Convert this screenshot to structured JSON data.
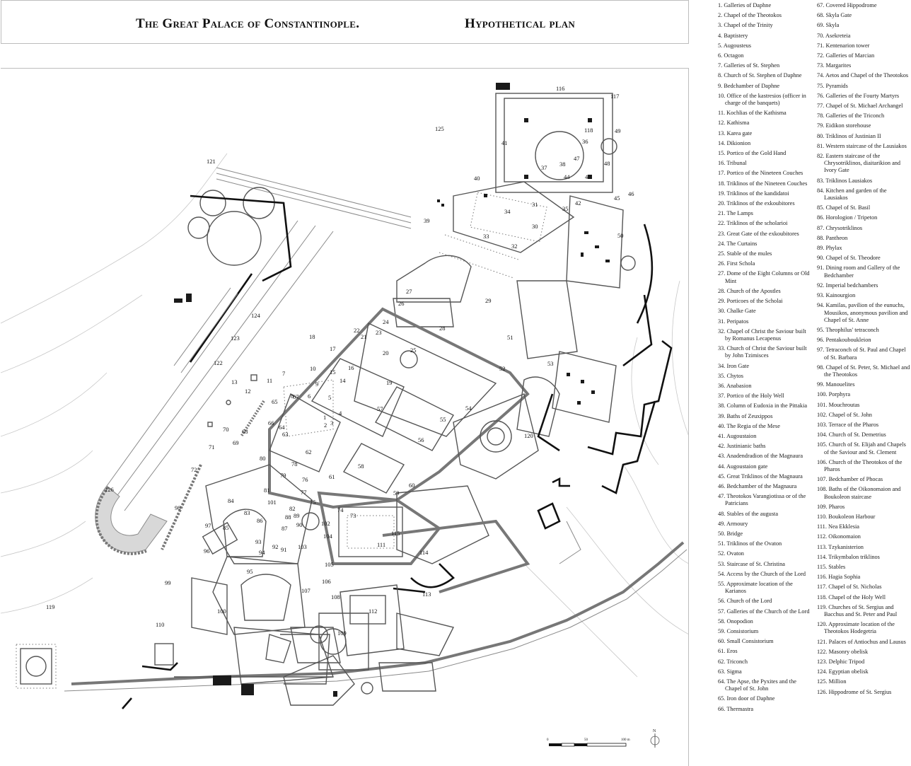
{
  "title": {
    "main": "The Great Palace of Constantinople.",
    "sub": "Hypothetical plan"
  },
  "plan_labels": [
    "1",
    "2",
    "3",
    "4",
    "5",
    "6",
    "7",
    "8",
    "9",
    "10",
    "11",
    "12",
    "13",
    "14",
    "15",
    "16",
    "17",
    "18",
    "19",
    "20",
    "21",
    "22",
    "23",
    "24",
    "25",
    "26",
    "27",
    "28",
    "29",
    "30",
    "31",
    "32",
    "33",
    "34",
    "35",
    "36",
    "37",
    "38",
    "39",
    "40",
    "41",
    "42",
    "43",
    "44",
    "45",
    "46",
    "47",
    "48",
    "49",
    "50",
    "51",
    "52",
    "53",
    "54",
    "55",
    "56",
    "57",
    "58",
    "59",
    "60",
    "61",
    "62",
    "63",
    "64",
    "65",
    "66",
    "67",
    "68",
    "69",
    "70",
    "71",
    "72",
    "73",
    "74",
    "75",
    "76",
    "77",
    "78",
    "79",
    "80",
    "81",
    "82",
    "83",
    "84",
    "85",
    "86",
    "87",
    "88",
    "89",
    "90",
    "91",
    "92",
    "93",
    "94",
    "95",
    "96",
    "97",
    "98",
    "99",
    "100",
    "101",
    "102",
    "103",
    "104",
    "105",
    "106",
    "107",
    "108",
    "109",
    "110",
    "111",
    "112",
    "113",
    "114",
    "115",
    "116",
    "117",
    "118",
    "119",
    "120",
    "121",
    "122",
    "123",
    "124",
    "125",
    "126"
  ],
  "scale": {
    "zero": "0",
    "fifty": "50",
    "hundred": "100 m",
    "north": "N"
  },
  "legend": [
    {
      "n": "1.",
      "t": "Galleries of Daphne"
    },
    {
      "n": "2.",
      "t": "Chapel of the Theotokos"
    },
    {
      "n": "3.",
      "t": "Chapel of the Trinity"
    },
    {
      "n": "4.",
      "t": "Baptistery"
    },
    {
      "n": "5.",
      "t": "Augousteus"
    },
    {
      "n": "6.",
      "t": "Octagon"
    },
    {
      "n": "7.",
      "t": "Galleries of St. Stephen"
    },
    {
      "n": "8.",
      "t": "Church of St. Stephen of Daphne"
    },
    {
      "n": "9.",
      "t": "Bedchamber of Daphne"
    },
    {
      "n": "10.",
      "t": "Office of the kastresios (officer in charge of the banquets)"
    },
    {
      "n": "11.",
      "t": "Kochlias of the Kathisma"
    },
    {
      "n": "12.",
      "t": "Kathisma"
    },
    {
      "n": "13.",
      "t": "Karea gate"
    },
    {
      "n": "14.",
      "t": "Dikionion"
    },
    {
      "n": "15.",
      "t": "Portico of the Gold Hand"
    },
    {
      "n": "16.",
      "t": "Tribunal"
    },
    {
      "n": "17.",
      "t": "Portico of the Nineteen Couches"
    },
    {
      "n": "18.",
      "t": "Triklinos of the Nineteen Couches"
    },
    {
      "n": "19.",
      "t": "Triklinos of the kandidatoi"
    },
    {
      "n": "20.",
      "t": "Triklinos of the exkoubitores"
    },
    {
      "n": "21.",
      "t": "The Lamps"
    },
    {
      "n": "22.",
      "t": "Triklinos of the scholarioi"
    },
    {
      "n": "23.",
      "t": "Great Gate of the exkoubitores"
    },
    {
      "n": "24.",
      "t": "The Curtains"
    },
    {
      "n": "25.",
      "t": "Stable of the mules"
    },
    {
      "n": "26.",
      "t": "First Schola"
    },
    {
      "n": "27.",
      "t": "Dome of the Eight Columns or Old Mint"
    },
    {
      "n": "28.",
      "t": "Church of the Apostles"
    },
    {
      "n": "29.",
      "t": "Porticoes of the Scholai"
    },
    {
      "n": "30.",
      "t": "Chalke Gate"
    },
    {
      "n": "31.",
      "t": "Peripatos"
    },
    {
      "n": "32.",
      "t": "Chapel of Christ the Saviour built by Romanus Lecapenus"
    },
    {
      "n": "33.",
      "t": "Church of Christ the Saviour built by John Tzimisces"
    },
    {
      "n": "34.",
      "t": "Iron Gate"
    },
    {
      "n": "35.",
      "t": "Chytos"
    },
    {
      "n": "36.",
      "t": "Anabasion"
    },
    {
      "n": "37.",
      "t": "Portico of the Holy Well"
    },
    {
      "n": "38.",
      "t": "Column of Eudoxia in the Pittakia"
    },
    {
      "n": "39.",
      "t": "Baths of Zeuxippos"
    },
    {
      "n": "40.",
      "t": "The Regia of the Mese"
    },
    {
      "n": "41.",
      "t": "Augoustaion"
    },
    {
      "n": "42.",
      "t": "Justinianic baths"
    },
    {
      "n": "43.",
      "t": "Anadendradion of the Magnaura"
    },
    {
      "n": "44.",
      "t": "Augoustaion gate"
    },
    {
      "n": "45.",
      "t": "Great Triklinos of the Magnaura"
    },
    {
      "n": "46.",
      "t": "Bedchamber of the Magnaura"
    },
    {
      "n": "47.",
      "t": "Theotokos Varangiotissa or of the Patricians"
    },
    {
      "n": "48.",
      "t": "Stables of the augusta"
    },
    {
      "n": "49.",
      "t": "Armoury"
    },
    {
      "n": "50.",
      "t": "Bridge"
    },
    {
      "n": "51.",
      "t": "Triklinos of the Ovaton"
    },
    {
      "n": "52.",
      "t": "Ovaton"
    },
    {
      "n": "53.",
      "t": "Staircase of St. Christina"
    },
    {
      "n": "54.",
      "t": "Access by the Church of the Lord"
    },
    {
      "n": "55.",
      "t": "Approximate location of the Karianos"
    },
    {
      "n": "56.",
      "t": "Church of the Lord"
    },
    {
      "n": "57.",
      "t": "Galleries of the Church of the Lord"
    },
    {
      "n": "58.",
      "t": "Onopodion"
    },
    {
      "n": "59.",
      "t": "Consistorium"
    },
    {
      "n": "60.",
      "t": "Small Consistorium"
    },
    {
      "n": "61.",
      "t": "Eros"
    },
    {
      "n": "62.",
      "t": "Triconch"
    },
    {
      "n": "63.",
      "t": "Sigma"
    },
    {
      "n": "64.",
      "t": "The Apse, the Pyxites and the Chapel of St. John"
    },
    {
      "n": "65.",
      "t": "Iron door of Daphne"
    },
    {
      "n": "66.",
      "t": "Thermastra"
    },
    {
      "n": "67.",
      "t": "Covered Hippodrome"
    },
    {
      "n": "68.",
      "t": "Skyla Gate"
    },
    {
      "n": "69.",
      "t": "Skyla"
    },
    {
      "n": "70.",
      "t": "Asekreteia"
    },
    {
      "n": "71.",
      "t": "Kentenarion tower"
    },
    {
      "n": "72.",
      "t": "Galleries of Marcian"
    },
    {
      "n": "73.",
      "t": "Margarites"
    },
    {
      "n": "74.",
      "t": "Aetos and Chapel of the Theotokos"
    },
    {
      "n": "75.",
      "t": "Pyramids"
    },
    {
      "n": "76.",
      "t": "Galleries of the Fourty Martyrs"
    },
    {
      "n": "77.",
      "t": "Chapel of St. Michael Archangel"
    },
    {
      "n": "78.",
      "t": "Galleries of the Triconch"
    },
    {
      "n": "79.",
      "t": "Eidikon storehouse"
    },
    {
      "n": "80.",
      "t": "Triklinos of Justinian II"
    },
    {
      "n": "81.",
      "t": "Western staircase of the Lausiakos"
    },
    {
      "n": "82.",
      "t": "Eastern staircase of the Chrysotriklinos, diaitarikion and Ivory Gate"
    },
    {
      "n": "83.",
      "t": "Triklinos Lausiakos"
    },
    {
      "n": "84.",
      "t": "Kitchen and garden of the Lausiakos"
    },
    {
      "n": "85.",
      "t": "Chapel of St. Basil"
    },
    {
      "n": "86.",
      "t": "Horologion / Tripeton"
    },
    {
      "n": "87.",
      "t": "Chrysotriklinos"
    },
    {
      "n": "88.",
      "t": "Pantheon"
    },
    {
      "n": "89.",
      "t": "Phylax"
    },
    {
      "n": "90.",
      "t": "Chapel of St. Theodore"
    },
    {
      "n": "91.",
      "t": "Dining room and Gallery of the Bedchamber"
    },
    {
      "n": "92.",
      "t": "Imperial bedchambers"
    },
    {
      "n": "93.",
      "t": "Kainourgion"
    },
    {
      "n": "94.",
      "t": "Kamilas, pavilion of the eunuchs, Mousikos, anonymous pavilion and Chapel of St. Anne"
    },
    {
      "n": "95.",
      "t": "Theophilus' tetraconch"
    },
    {
      "n": "96.",
      "t": "Pentakouboukleion"
    },
    {
      "n": "97.",
      "t": "Tetraconch of St. Paul and Chapel of St. Barbara"
    },
    {
      "n": "98.",
      "t": "Chapel of St. Peter, St. Michael and the Theotokos"
    },
    {
      "n": "99.",
      "t": "Manouelites"
    },
    {
      "n": "100.",
      "t": "Porphyra"
    },
    {
      "n": "101.",
      "t": "Mouchroutas"
    },
    {
      "n": "102.",
      "t": "Chapel of St. John"
    },
    {
      "n": "103.",
      "t": "Terrace of the Pharos"
    },
    {
      "n": "104.",
      "t": "Church of St. Demetrius"
    },
    {
      "n": "105.",
      "t": "Church of St. Elijah and Chapels of the Saviour and St. Clement"
    },
    {
      "n": "106.",
      "t": "Church of the Theotokos of the Pharos"
    },
    {
      "n": "107.",
      "t": "Bedchamber of Phocas"
    },
    {
      "n": "108.",
      "t": "Baths of the Oikonomaion and Boukoleon staircase"
    },
    {
      "n": "109.",
      "t": "Pharos"
    },
    {
      "n": "110.",
      "t": "Boukoleon Harbour"
    },
    {
      "n": "111.",
      "t": "Nea Ekklesia"
    },
    {
      "n": "112.",
      "t": "Oikonomaion"
    },
    {
      "n": "113.",
      "t": "Tzykanisterion"
    },
    {
      "n": "114.",
      "t": "Trikymbalon triklinos"
    },
    {
      "n": "115.",
      "t": "Stables"
    },
    {
      "n": "116.",
      "t": "Hagia Sophia"
    },
    {
      "n": "117.",
      "t": "Chapel of St. Nicholas"
    },
    {
      "n": "118.",
      "t": "Chapel of the Holy Well"
    },
    {
      "n": "119.",
      "t": "Churches of St. Sergius and Bacchus and St. Peter and Paul"
    },
    {
      "n": "120.",
      "t": "Approximate location of the Theotokos Hodegetria"
    },
    {
      "n": "121.",
      "t": "Palaces of Antiochus and Lausus"
    },
    {
      "n": "122.",
      "t": "Masonry obelisk"
    },
    {
      "n": "123.",
      "t": "Delphic Tripod"
    },
    {
      "n": "124.",
      "t": "Egyptian obelisk"
    },
    {
      "n": "125.",
      "t": "Million"
    },
    {
      "n": "126.",
      "t": "Hippodrome of St. Sergius"
    }
  ]
}
